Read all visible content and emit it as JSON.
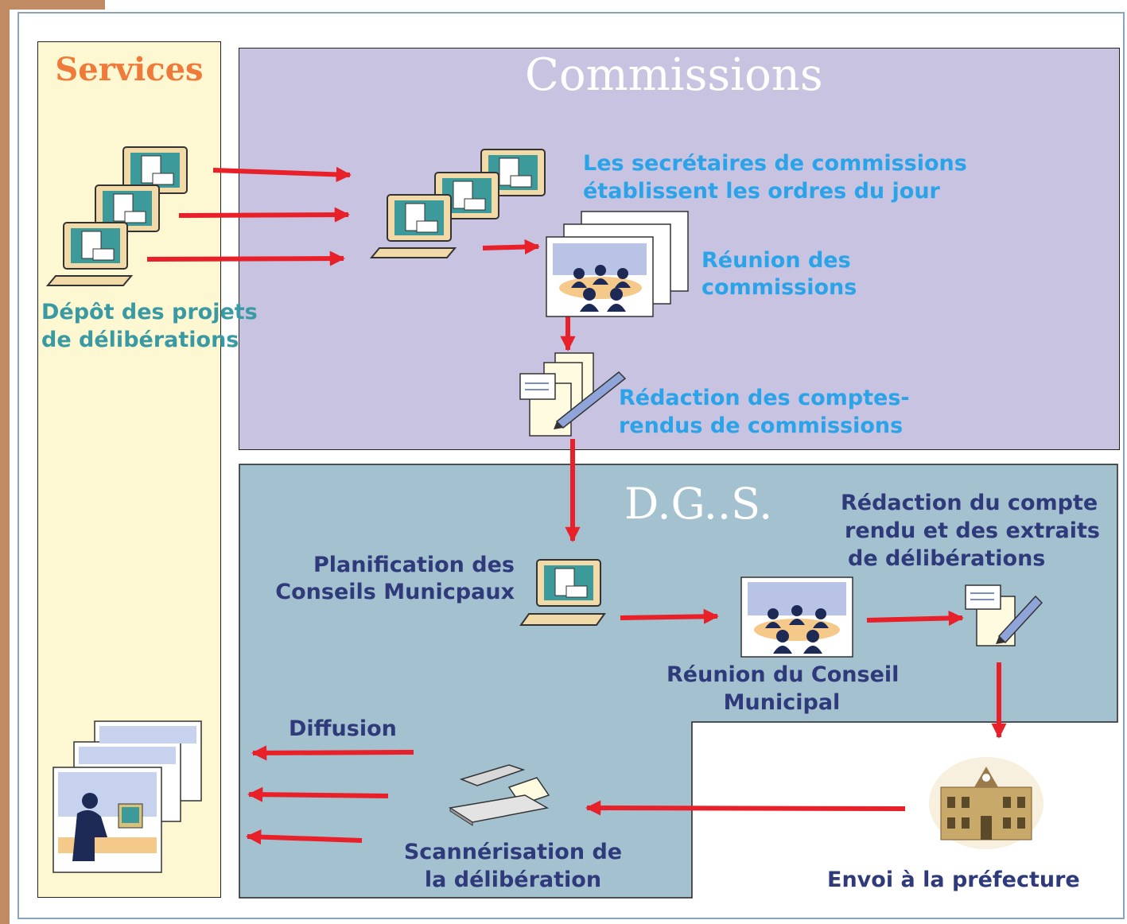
{
  "panels": {
    "services_title": "Services",
    "commissions_title": "Commissions",
    "dgs_title": "D.G..S."
  },
  "steps": {
    "depot_line1": "Dépôt des projets",
    "depot_line2": "de délibérations",
    "secretaires_line1": "Les secrétaires de commissions",
    "secretaires_line2": "établissent les ordres du jour",
    "reunion_commissions_line1": "Réunion des",
    "reunion_commissions_line2": "commissions",
    "redaction_commissions_line1": "Rédaction des comptes-",
    "redaction_commissions_line2": "rendus de commissions",
    "planification_line1": "Planification des",
    "planification_line2": "Conseils Municpaux",
    "redaction_compte_line1": "Rédaction du compte",
    "redaction_compte_line2": "rendu et des extraits",
    "redaction_compte_line3": "de délibérations",
    "reunion_conseil_line1": "Réunion du Conseil",
    "reunion_conseil_line2": "Municipal",
    "diffusion": "Diffusion",
    "scannerisation_line1": "Scannérisation de",
    "scannerisation_line2": "la délibération",
    "prefecture": "Envoi à la préfecture"
  },
  "colors": {
    "services_bg": "#fdf7d2",
    "commissions_bg": "#c7c3e0",
    "dgs_bg": "#a4c1d0",
    "arrow": "#e8202a",
    "services_title": "#f07a3a"
  }
}
